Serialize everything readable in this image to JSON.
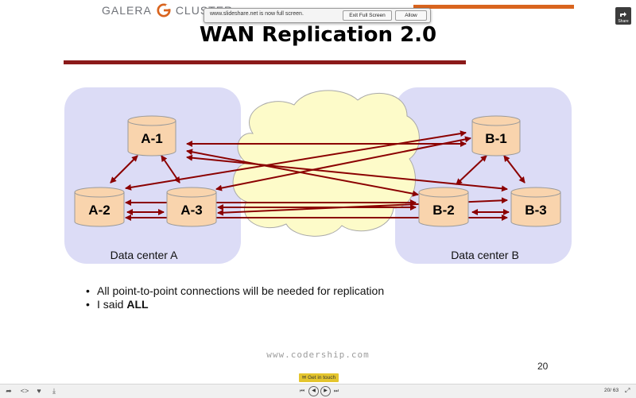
{
  "header": {
    "logo_left": "GALERA",
    "logo_right": "CLUSTER",
    "fullscreen_message": "www.slideshare.net is now full screen.",
    "exit_fullscreen_label": "Exit Full Screen",
    "allow_label": "Allow",
    "share_label": "Share"
  },
  "slide": {
    "title": "WAN Replication 2.0",
    "nodes": [
      "A-1",
      "A-2",
      "A-3",
      "B-1",
      "B-2",
      "B-3"
    ],
    "datacenter_a": "Data center A",
    "datacenter_b": "Data center B",
    "bullet_1": "All point-to-point connections will be needed for replication",
    "bullet_2_prefix": "I said ",
    "bullet_2_bold": "ALL",
    "footer_url": "www.codership.com",
    "slide_number": "20"
  },
  "player": {
    "get_in_touch": "Get in touch",
    "page_count": "20/ 63"
  },
  "colors": {
    "accent_orange": "#d9641e",
    "title_rule": "#8b1a1a",
    "arrow": "#8b0000",
    "node_fill": "#f9d4ad",
    "datacenter_fill": "#dcdcf6",
    "cloud_fill": "#fdfbc9"
  },
  "icons": {
    "share": "share-icon",
    "prev": "previous-icon",
    "next": "next-icon",
    "like": "heart-icon",
    "download": "download-icon",
    "embed": "embed-icon",
    "expand": "expand-icon"
  }
}
